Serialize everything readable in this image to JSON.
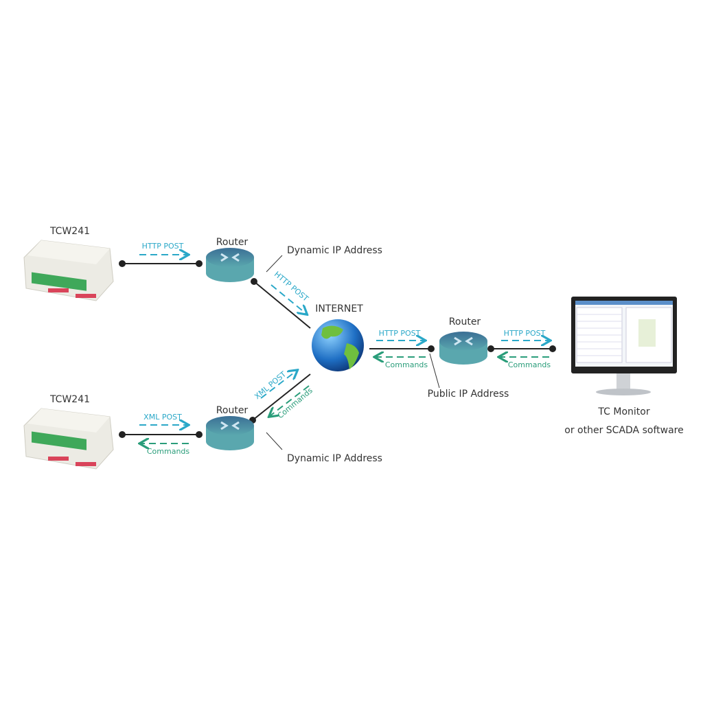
{
  "devices": [
    {
      "label": "TCW241"
    },
    {
      "label": "TCW241"
    }
  ],
  "routers": [
    {
      "label": "Router",
      "ip": "Dynamic IP Address"
    },
    {
      "label": "Router",
      "ip": "Dynamic IP Address"
    },
    {
      "label": "Router",
      "ip": "Public IP Address"
    }
  ],
  "internet": {
    "label": "INTERNET"
  },
  "monitor": {
    "line1": "TC Monitor",
    "line2": "or other SCADA software"
  },
  "flows": {
    "http_post": "HTTP POST",
    "xml_post": "XML POST",
    "commands": "Commands"
  },
  "colors": {
    "post": "#2aa8c8",
    "commands": "#2a9d7a"
  }
}
